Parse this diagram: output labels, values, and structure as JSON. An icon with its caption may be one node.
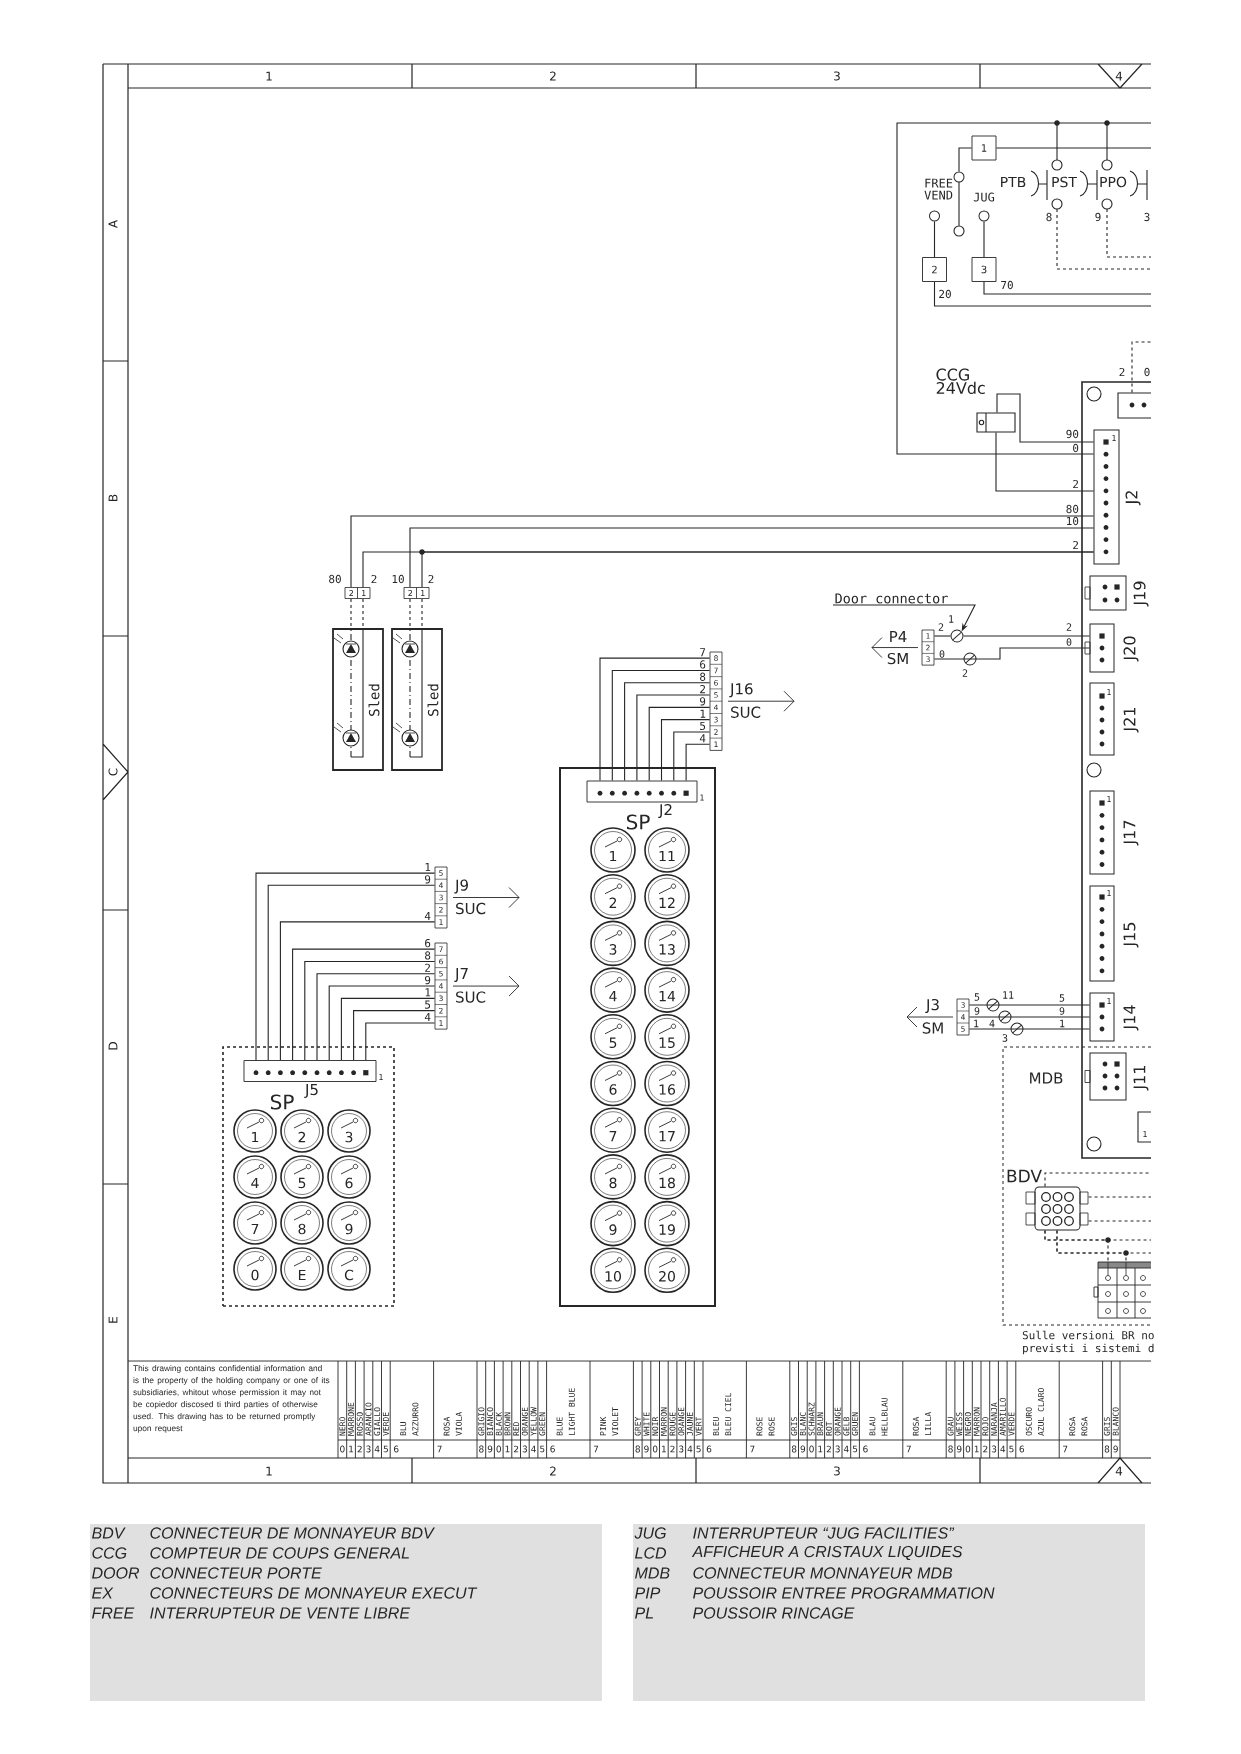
{
  "diagram": {
    "nodes": [
      {
        "text": [
          "1"
        ]
      },
      {
        "text": [
          "2"
        ]
      },
      {
        "text": [
          "3"
        ]
      },
      {
        "text": [
          "CCG 24Vdc"
        ]
      },
      {
        "text": [],
        "shape": "box"
      },
      {
        "text": [
          "1"
        ],
        "beside": [
          "J2"
        ],
        "in": 4
      },
      {
        "text": [],
        "shape": "box",
        "beside": [
          "J19"
        ],
        "in": 4
      },
      {
        "text": [],
        "shape": "box",
        "beside": [
          "J20"
        ],
        "in": 4
      },
      {
        "text": [
          "1"
        ],
        "beside": [
          "J21"
        ],
        "in": 4
      },
      {
        "text": [
          "1"
        ],
        "beside": [
          "J17"
        ],
        "in": 4
      },
      {
        "text": [
          "1"
        ],
        "beside": [
          "J15"
        ],
        "in": 4
      },
      {
        "text": [
          "1"
        ],
        "beside": [
          "J14"
        ],
        "in": 4
      },
      {
        "text": [],
        "shape": "box",
        "beside": [
          "J11"
        ]
      },
      {
        "text": [
          "1"
        ]
      },
      {
        "text": [],
        "shape": "box",
        "in": 4
      },
      {
        "text": [
          "2",
          "1"
        ]
      },
      {
        "text": [
          "2",
          "1"
        ]
      },
      {
        "text": [
          "Sled"
        ]
      },
      {
        "text": [
          "Sled"
        ]
      },
      {
        "text": [
          "Door connector"
        ]
      },
      {
        "text": [
          "1",
          "2",
          "3"
        ],
        "beside": [
          "P4",
          "SM"
        ]
      },
      {
        "text": [
          "8",
          "7",
          "6",
          "5",
          "4",
          "3",
          "2",
          "1"
        ],
        "beside": [
          "J16",
          "SUC"
        ]
      },
      {
        "text": [
          "SP"
        ]
      },
      {
        "text": [
          "J2",
          "1"
        ],
        "in": 22
      },
      {
        "text": [
          "1"
        ],
        "in": 22
      },
      {
        "text": [
          "11"
        ],
        "in": 22
      },
      {
        "text": [
          "2"
        ],
        "in": 22
      },
      {
        "text": [
          "12"
        ],
        "in": 22
      },
      {
        "text": [
          "3"
        ],
        "in": 22
      },
      {
        "text": [
          "13"
        ],
        "in": 22
      },
      {
        "text": [
          "4"
        ],
        "in": 22
      },
      {
        "text": [
          "14"
        ],
        "in": 22
      },
      {
        "text": [
          "5"
        ],
        "in": 22
      },
      {
        "text": [
          "15"
        ],
        "in": 22
      },
      {
        "text": [
          "6"
        ],
        "in": 22
      },
      {
        "text": [
          "16"
        ],
        "in": 22
      },
      {
        "text": [
          "7"
        ],
        "in": 22
      },
      {
        "text": [
          "17"
        ],
        "in": 22
      },
      {
        "text": [
          "8"
        ],
        "in": 22
      },
      {
        "text": [
          "18"
        ],
        "in": 22
      },
      {
        "text": [
          "9"
        ],
        "in": 22
      },
      {
        "text": [
          "19"
        ],
        "in": 22
      },
      {
        "text": [
          "10"
        ],
        "in": 22
      },
      {
        "text": [
          "20"
        ],
        "in": 22
      },
      {
        "text": [
          "5",
          "4",
          "3",
          "2",
          "1"
        ],
        "beside": [
          "J9",
          "SUC"
        ]
      },
      {
        "text": [
          "7",
          "6",
          "5",
          "4",
          "3",
          "2",
          "1"
        ],
        "beside": [
          "J7",
          "SUC"
        ]
      },
      {
        "text": [
          "3",
          "4",
          "5"
        ],
        "beside": [
          "J3",
          "SM"
        ]
      },
      {
        "text": [
          "MDB"
        ]
      },
      {
        "text": [
          "BDV"
        ],
        "in": 47
      },
      {
        "text": [],
        "shape": "box",
        "in": 47
      },
      {
        "text": [
          "SP"
        ]
      },
      {
        "text": [
          "J5",
          "1"
        ],
        "in": 50
      },
      {
        "text": [
          "1"
        ],
        "in": 50
      },
      {
        "text": [
          "2"
        ],
        "in": 50
      },
      {
        "text": [
          "3"
        ],
        "in": 50
      },
      {
        "text": [
          "4"
        ],
        "in": 50
      },
      {
        "text": [
          "5"
        ],
        "in": 50
      },
      {
        "text": [
          "6"
        ],
        "in": 50
      },
      {
        "text": [
          "7"
        ],
        "in": 50
      },
      {
        "text": [
          "8"
        ],
        "in": 50
      },
      {
        "text": [
          "9"
        ],
        "in": 50
      },
      {
        "text": [
          "0"
        ],
        "in": 50
      },
      {
        "text": [
          "E"
        ],
        "in": 50
      },
      {
        "text": [
          "C"
        ],
        "in": 50
      },
      {
        "text": [
          "BDV",
          "CONNECTEUR DE MONNAYEUR BDV",
          "CCG",
          "COMPTEUR DE COUPS GENERAL",
          "DOOR",
          "CONNECTEUR PORTE",
          "EX",
          "CONNECTEURS DE MONNAYEUR EXECUT",
          "FREE",
          "INTERRUPTEUR DE VENTE LIBRE"
        ]
      },
      {
        "text": [
          "JUG",
          "INTERRUPTEUR “JUG FACILITIES”",
          "LCD",
          "AFFICHEUR A CRISTAUX LIQUIDES",
          "MDB",
          "CONNECTEUR MONNAYEUR MDB",
          "PIP",
          "POUSSOIR ENTREE PROGRAMMATION",
          "PL",
          "POUSSOIR RINCAGE"
        ]
      },
      {
        "text": [],
        "shape": "circle"
      },
      {
        "text": [
          "FREE VEND"
        ]
      },
      {
        "text": [
          "JUG"
        ]
      },
      {
        "text": [],
        "shape": "circle"
      }
    ],
    "edges": [
      {
        "from": 3,
        "to": 5,
        "arrow": "none"
      },
      {
        "from": 3,
        "to": 5,
        "arrow": "none"
      },
      {
        "from": 5,
        "to": 15,
        "arrow": "none"
      },
      {
        "from": 5,
        "to": 15,
        "arrow": "none"
      },
      {
        "from": 5,
        "to": 16,
        "arrow": "none"
      },
      {
        "from": 5,
        "to": 16,
        "arrow": "none"
      },
      {
        "from": 15,
        "to": 17,
        "arrow": "none",
        "style": "dashed"
      },
      {
        "from": 15,
        "to": 17,
        "arrow": "none",
        "style": "dashed"
      },
      {
        "from": 16,
        "to": 18,
        "arrow": "none",
        "style": "dashed"
      },
      {
        "from": 16,
        "to": 18,
        "arrow": "none",
        "style": "dashed"
      },
      {
        "from": 19,
        "to": 69,
        "arrow": "to"
      },
      {
        "from": 20,
        "to": 69,
        "arrow": "none"
      },
      {
        "from": 20,
        "to": 7,
        "arrow": "none"
      },
      {
        "from": 21,
        "to": 23,
        "arrow": "none"
      },
      {
        "from": 21,
        "to": 23,
        "arrow": "none"
      },
      {
        "from": 21,
        "to": 23,
        "arrow": "none"
      },
      {
        "from": 21,
        "to": 23,
        "arrow": "none"
      },
      {
        "from": 21,
        "to": 23,
        "arrow": "none"
      },
      {
        "from": 21,
        "to": 23,
        "arrow": "none"
      },
      {
        "from": 21,
        "to": 23,
        "arrow": "none"
      },
      {
        "from": 21,
        "to": 23,
        "arrow": "none"
      },
      {
        "from": 44,
        "to": 51,
        "arrow": "none"
      },
      {
        "from": 44,
        "to": 51,
        "arrow": "none"
      },
      {
        "from": 44,
        "to": 51,
        "arrow": "none"
      },
      {
        "from": 45,
        "to": 51,
        "arrow": "none"
      },
      {
        "from": 45,
        "to": 51,
        "arrow": "none"
      },
      {
        "from": 45,
        "to": 51,
        "arrow": "none"
      },
      {
        "from": 45,
        "to": 51,
        "arrow": "none"
      },
      {
        "from": 45,
        "to": 51,
        "arrow": "none"
      },
      {
        "from": 45,
        "to": 51,
        "arrow": "none"
      },
      {
        "from": 45,
        "to": 51,
        "arrow": "none"
      },
      {
        "from": 46,
        "to": 11,
        "arrow": "none"
      },
      {
        "from": 46,
        "to": 11,
        "arrow": "none"
      },
      {
        "from": 46,
        "to": 11,
        "arrow": "none"
      },
      {
        "from": 5,
        "to": null,
        "arrow": "none"
      },
      {
        "from": 0,
        "to": null,
        "arrow": "none"
      },
      {
        "from": 0,
        "to": 66,
        "arrow": "none"
      },
      {
        "from": 1,
        "to": 67,
        "arrow": "none"
      },
      {
        "from": 1,
        "to": null,
        "arrow": "none"
      },
      {
        "from": 2,
        "to": 68,
        "arrow": "none"
      },
      {
        "from": 2,
        "to": null,
        "arrow": "none"
      },
      {
        "from": 48,
        "to": 49,
        "arrow": "none",
        "style": "dashed"
      },
      {
        "from": 48,
        "to": 49,
        "arrow": "none",
        "style": "dashed"
      },
      {
        "from": 48,
        "to": null,
        "arrow": "none",
        "style": "dashed"
      },
      {
        "from": 48,
        "to": null,
        "arrow": "none",
        "style": "dashed"
      },
      {
        "from": 48,
        "to": null,
        "arrow": "none",
        "style": "dashed"
      },
      {
        "from": 48,
        "to": null,
        "arrow": "none",
        "style": "dashed"
      },
      {
        "from": 48,
        "to": null,
        "arrow": "none",
        "style": "dashed"
      },
      {
        "from": 69,
        "to": 7,
        "arrow": "none"
      },
      {
        "from": 14,
        "to": null,
        "arrow": "none",
        "style": "dashed"
      }
    ],
    "labels": [
      "1",
      "2",
      "3",
      "4",
      "A",
      "B",
      "C",
      "D",
      "E",
      "1",
      "2",
      "3",
      "4",
      "PTB",
      "PST",
      "PPO",
      "8",
      "9",
      "3",
      "20",
      "70",
      "2",
      "0",
      "90",
      "0",
      "2",
      "80",
      "10",
      "2",
      "80",
      "2",
      "10",
      "2",
      "7",
      "6",
      "8",
      "2",
      "9",
      "1",
      "5",
      "4",
      "1",
      "9",
      "4",
      "6",
      "8",
      "2",
      "9",
      "1",
      "5",
      "4",
      "2",
      "1",
      "0",
      "2",
      "2",
      "0",
      "5",
      "9",
      "1",
      "4",
      "11",
      "3",
      "5",
      "9",
      "1",
      "Sulle versioni BR no",
      "previsti i sistemi d",
      "This drawing contains confidential information and is the property of the holding company or one of its subsidiaries, whitout whose permission it may not be copiedor discosed ti third parties of otherwise used. This drawing has to be returned promptly upon request",
      "NERO",
      "MARRONE",
      "ROSSO",
      "ARANCIO",
      "GIALLO",
      "VERDE",
      "BLU",
      "AZZURRO",
      "ROSA",
      "VIOLA",
      "GRIGIO",
      "BIANCO",
      "BLACK",
      "BROWN",
      "RED",
      "ORANGE",
      "YELLOW",
      "GREEN",
      "BLUE",
      "LIGHT BLUE",
      "PINK",
      "VIOLET",
      "GREY",
      "WHITE",
      "NOIR",
      "MARRON",
      "ROUGE",
      "ORANGE",
      "JAUNE",
      "VERT",
      "BLEU",
      "BLEU CIEL",
      "ROSE",
      "ROSE",
      "GRIS",
      "BLANC",
      "SCHWARZ",
      "BRAUN",
      "ROT",
      "ORANGE",
      "GELB",
      "GRUEN",
      "BLAU",
      "HELLBLAU",
      "ROSA",
      "LILLA",
      "GRAU",
      "WEISS",
      "NEGRO",
      "MARRON",
      "ROJO",
      "NARANJA",
      "AMARILLO",
      "VERDE",
      "OSCURO",
      "AZUL CLARO",
      "ROSA",
      "ROSA",
      "GRIS",
      "BLANCO",
      "0",
      "1",
      "2",
      "3",
      "4",
      "5",
      "6",
      "7",
      "8",
      "9",
      "0",
      "1",
      "2",
      "3",
      "4",
      "5",
      "6",
      "7",
      "8",
      "9",
      "0",
      "1",
      "2",
      "3",
      "4",
      "5",
      "6",
      "7",
      "8",
      "9",
      "0",
      "1",
      "2",
      "3",
      "4",
      "5",
      "6",
      "7",
      "8",
      "9",
      "0",
      "1",
      "2",
      "3",
      "4",
      "5",
      "6",
      "7",
      "8",
      "9"
    ]
  }
}
